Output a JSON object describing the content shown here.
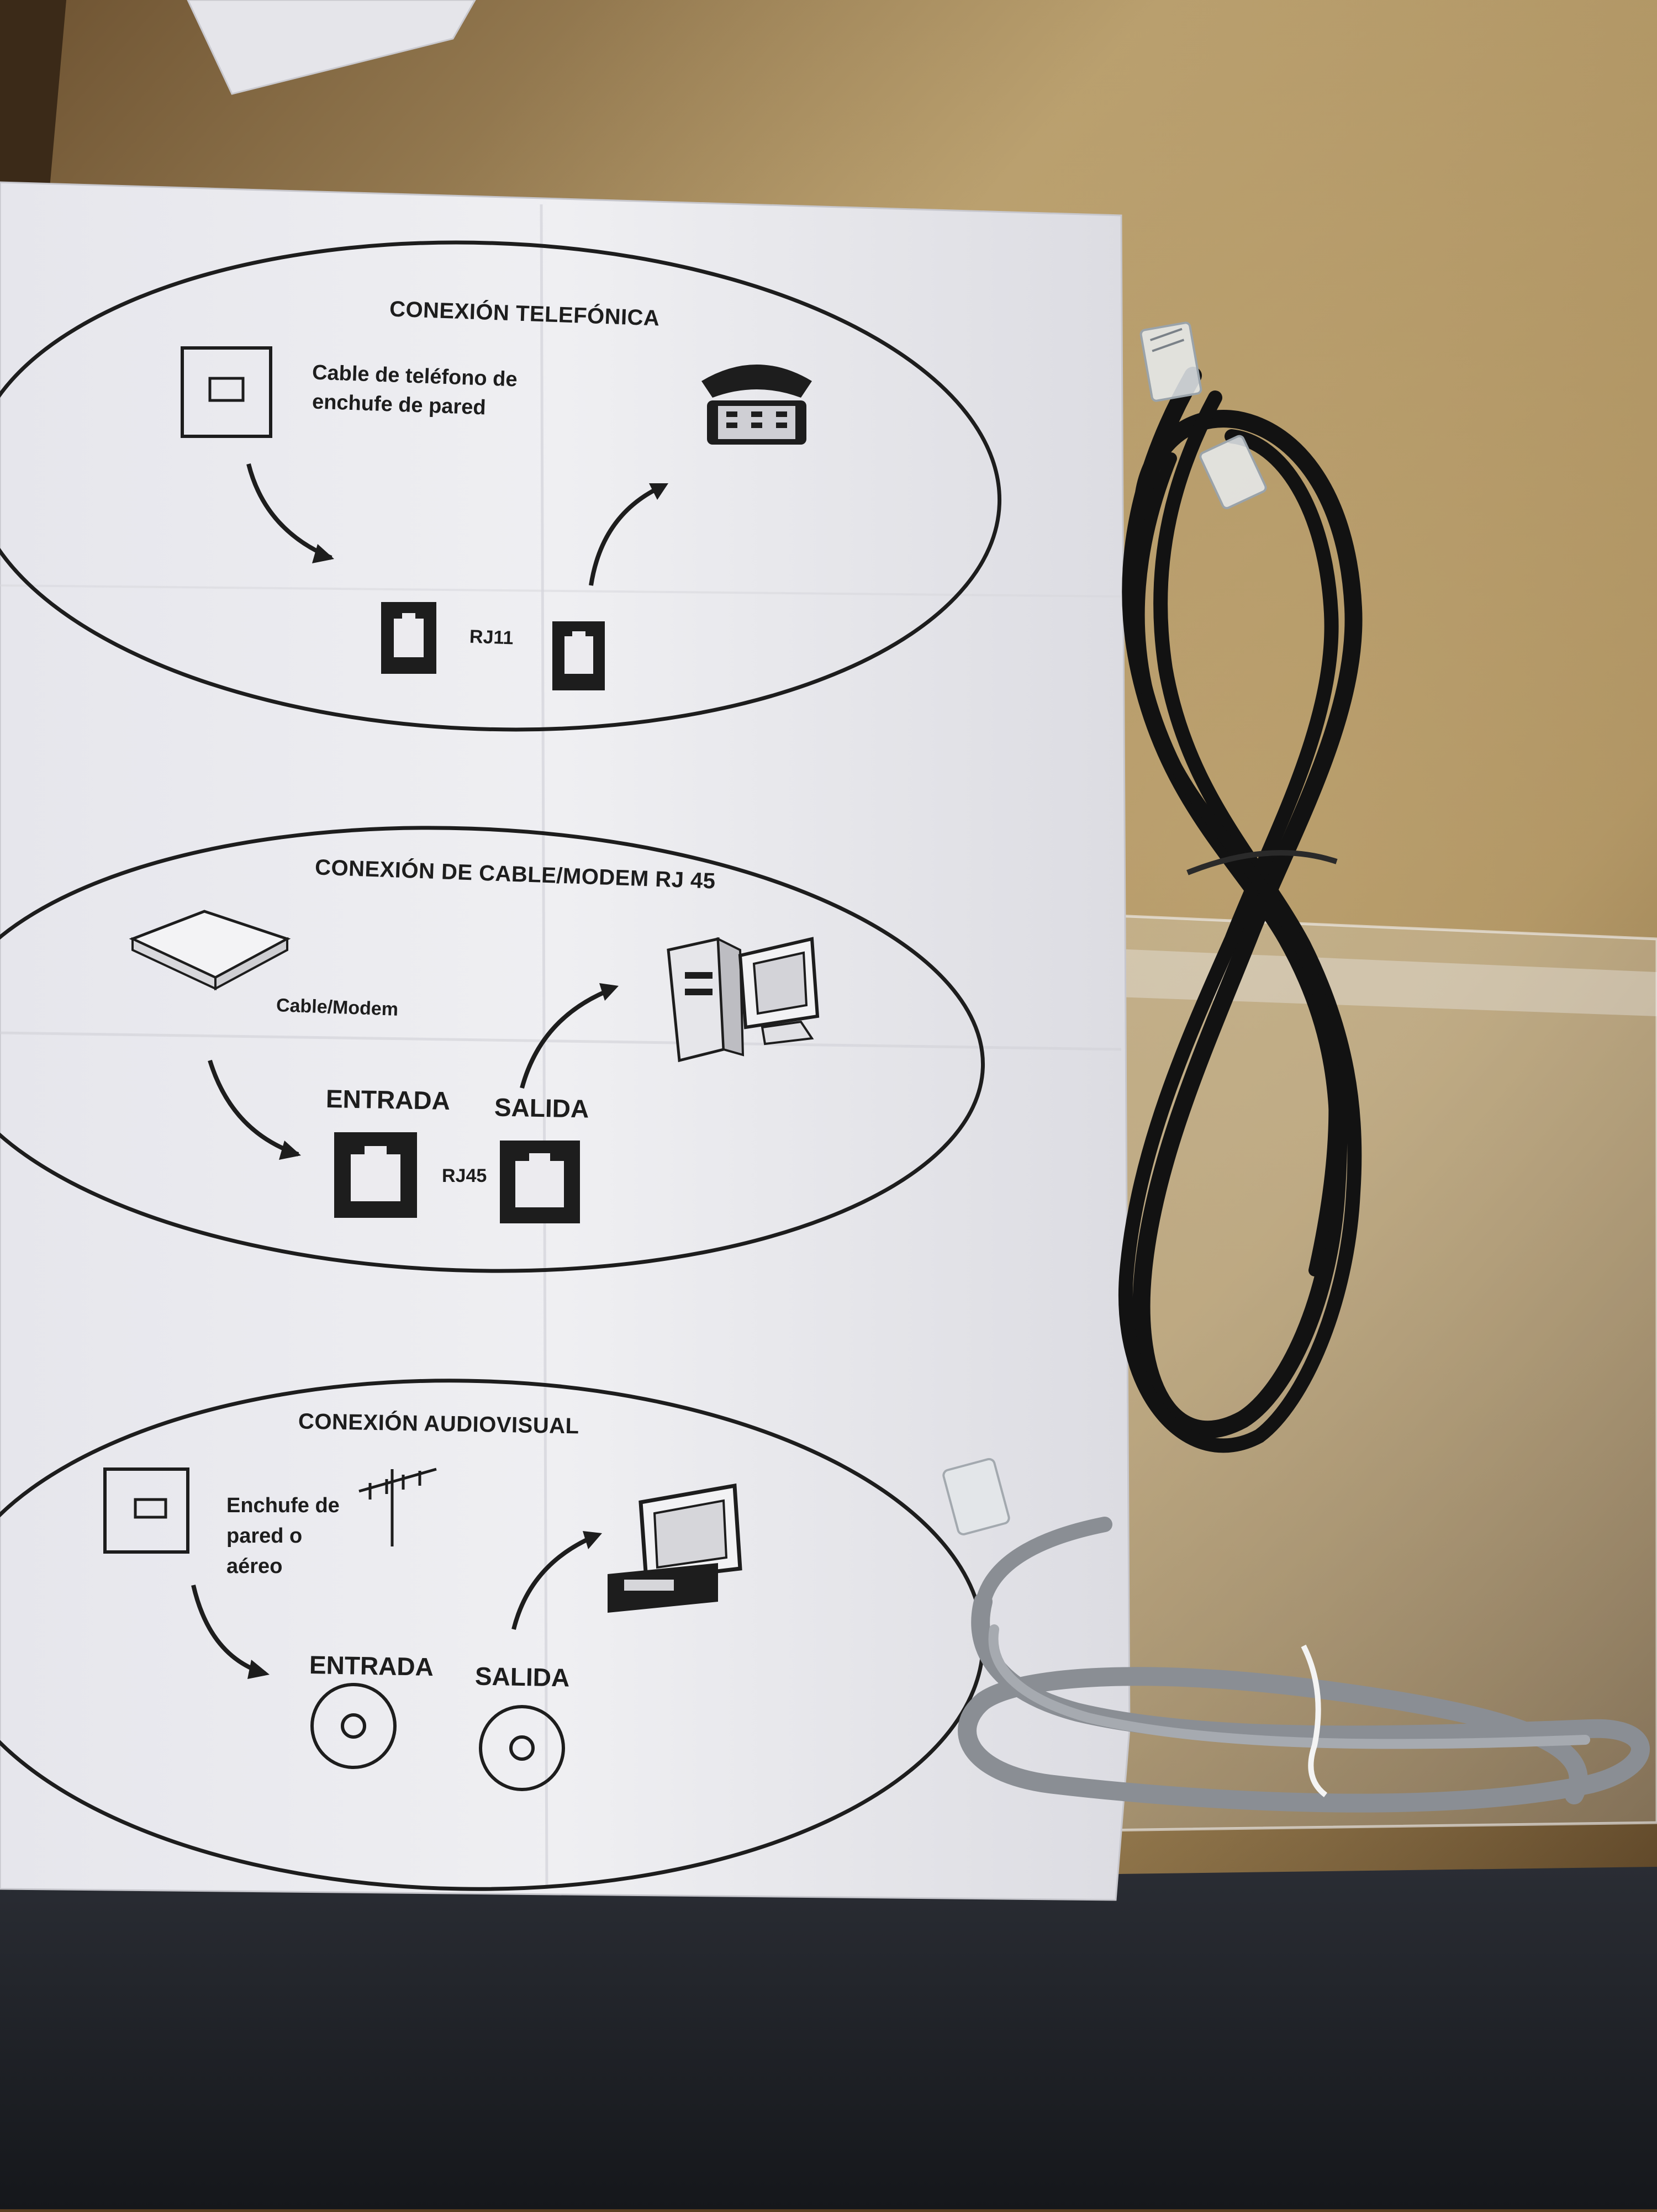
{
  "sections": [
    {
      "title": "CONEXIÓN TELEFÓNICA",
      "source_label_1": "Cable de teléfono de",
      "source_label_2": "enchufe de pared",
      "port_label": "RJ11"
    },
    {
      "title": "CONEXIÓN DE CABLE/MODEM RJ 45",
      "source_label": "Cable/Modem",
      "input_label": "ENTRADA",
      "output_label": "SALIDA",
      "port_label": "RJ45"
    },
    {
      "title": "CONEXIÓN AUDIOVISUAL",
      "source_label_1": "Enchufe de",
      "source_label_2": "pared o",
      "source_label_3": "aéreo",
      "input_label": "ENTRADA",
      "output_label": "SALIDA"
    }
  ],
  "colors": {
    "desk": "#b59a68",
    "paper": "#ecebef",
    "ink": "#1d1d1d",
    "black_cable": "#141414",
    "grey_cable": "#8e9196"
  }
}
